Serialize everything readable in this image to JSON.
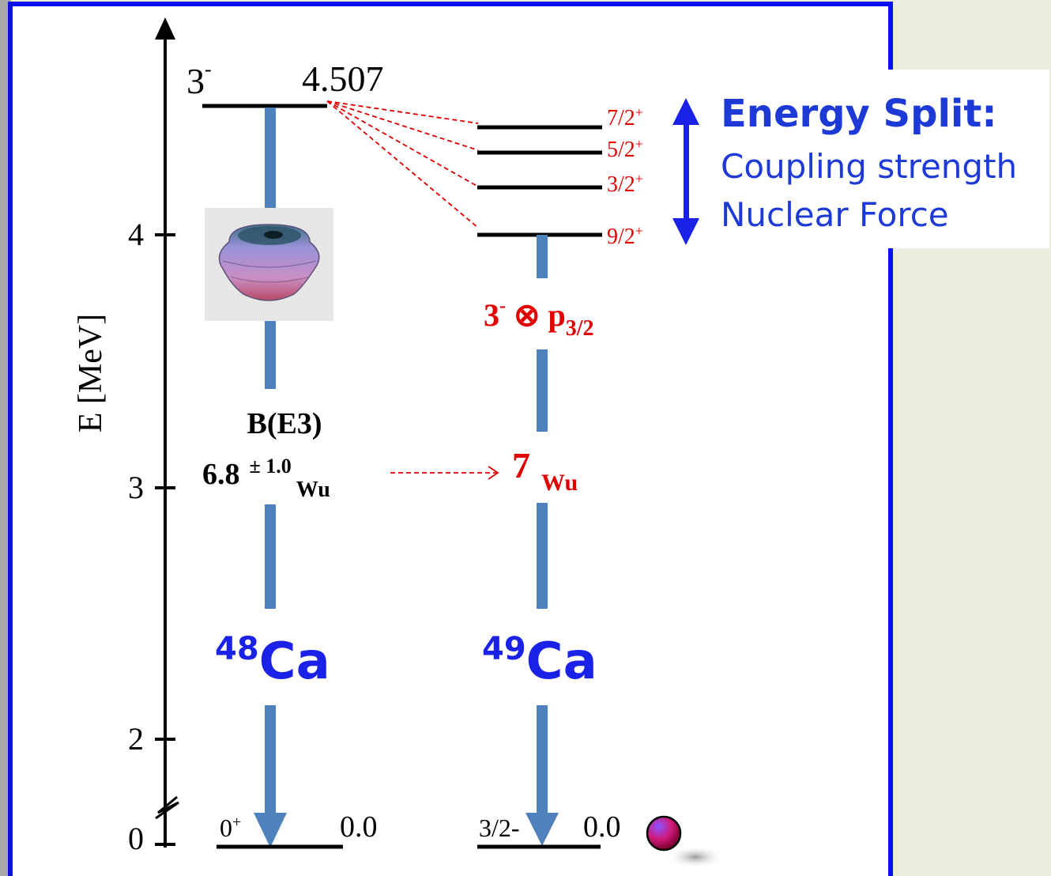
{
  "axis": {
    "label": "E [MeV]",
    "ticks": [
      "4",
      "3",
      "2",
      "0"
    ]
  },
  "ca48": {
    "name_mass": "48",
    "name_symbol": "Ca",
    "excited_spin": "3",
    "excited_parity": "-",
    "excited_energy": "4.507",
    "ground_spin": "0",
    "ground_parity": "+",
    "ground_energy": "0.0",
    "be3_label": "B(E3)",
    "be3_value": "6.8",
    "be3_error": "± 1.0",
    "be3_unit": "Wu"
  },
  "ca49": {
    "name_mass": "49",
    "name_symbol": "Ca",
    "multiplet": [
      {
        "spin": "7/2",
        "parity": "+"
      },
      {
        "spin": "5/2",
        "parity": "+"
      },
      {
        "spin": "3/2",
        "parity": "+"
      },
      {
        "spin": "9/2",
        "parity": "+"
      }
    ],
    "coupling_a": "3",
    "coupling_a_parity": "-",
    "coupling_op": "⊗",
    "coupling_b": "p",
    "coupling_b_sub": "3/2",
    "b_value": "7",
    "b_unit": "Wu",
    "ground_spin": "3/2-",
    "ground_energy": "0.0"
  },
  "callout": {
    "title": "Energy Split:",
    "line1": "Coupling strength",
    "line2": "Nuclear Force"
  },
  "colors": {
    "border": "#0a10f0",
    "arrow_blue": "#4f81bd",
    "red": "#e00000",
    "title_blue": "#1a22e8",
    "callout_blue": "#1d3ad6"
  }
}
